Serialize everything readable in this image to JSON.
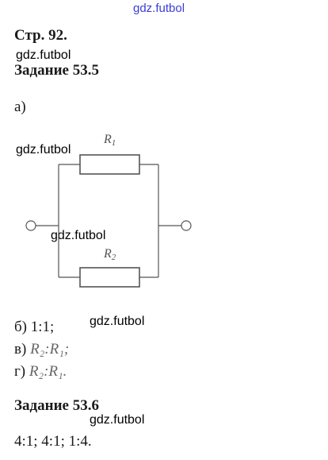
{
  "watermark": "gdz.futbol",
  "page_ref": "Стр. 92.",
  "task1": {
    "heading": "Задание 53.5",
    "part_a": "а)",
    "r1_label": "R",
    "r1_sub": "1",
    "r2_label": "R",
    "r2_sub": "2",
    "b_prefix": "б)",
    "b_value": "1:1;",
    "v_prefix": "в)",
    "v_value": "R₂:R₁;",
    "g_prefix": "г)",
    "g_value": "R₂:R₁."
  },
  "task2": {
    "heading": "Задание 53.6",
    "answer": "4:1; 4:1; 1:4."
  }
}
